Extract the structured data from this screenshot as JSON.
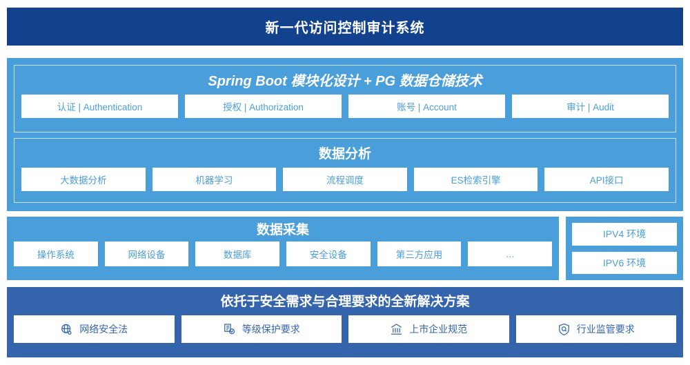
{
  "header": {
    "title": "新一代访问控制审计系统"
  },
  "architecture": {
    "platform": {
      "heading": "Spring Boot 模块化设计 + PG 数据仓储技术",
      "modules": [
        {
          "label": "认证 | Authentication"
        },
        {
          "label": "授权 | Authorization"
        },
        {
          "label": "账号 | Account"
        },
        {
          "label": "审计 | Audit"
        }
      ]
    },
    "analysis": {
      "heading": "数据分析",
      "modules": [
        {
          "label": "大数据分析"
        },
        {
          "label": "机器学习"
        },
        {
          "label": "流程调度"
        },
        {
          "label": "ES检索引擎"
        },
        {
          "label": "API接口"
        }
      ]
    }
  },
  "collection": {
    "heading": "数据采集",
    "sources": [
      {
        "label": "操作系统"
      },
      {
        "label": "网络设备"
      },
      {
        "label": "数据库"
      },
      {
        "label": "安全设备"
      },
      {
        "label": "第三方应用"
      },
      {
        "label": "…"
      }
    ]
  },
  "environments": {
    "items": [
      {
        "label": "IPV4 环境"
      },
      {
        "label": "IPV6 环境"
      }
    ]
  },
  "solution": {
    "heading": "依托于安全需求与合理要求的全新解决方案",
    "items": [
      {
        "label": "网络安全法",
        "icon": "globe-icon"
      },
      {
        "label": "等级保护要求",
        "icon": "document-check-icon"
      },
      {
        "label": "上市企业规范",
        "icon": "bank-icon"
      },
      {
        "label": "行业监管要求",
        "icon": "shield-search-icon"
      }
    ]
  },
  "colors": {
    "title_bar": "#12418e",
    "panel_blue": "#4a9ed9",
    "solution_blue": "#3464ac",
    "chip_bg": "#ffffff",
    "chip_text_light": "#4a9ed9",
    "chip_text_dark": "#3464ac"
  }
}
